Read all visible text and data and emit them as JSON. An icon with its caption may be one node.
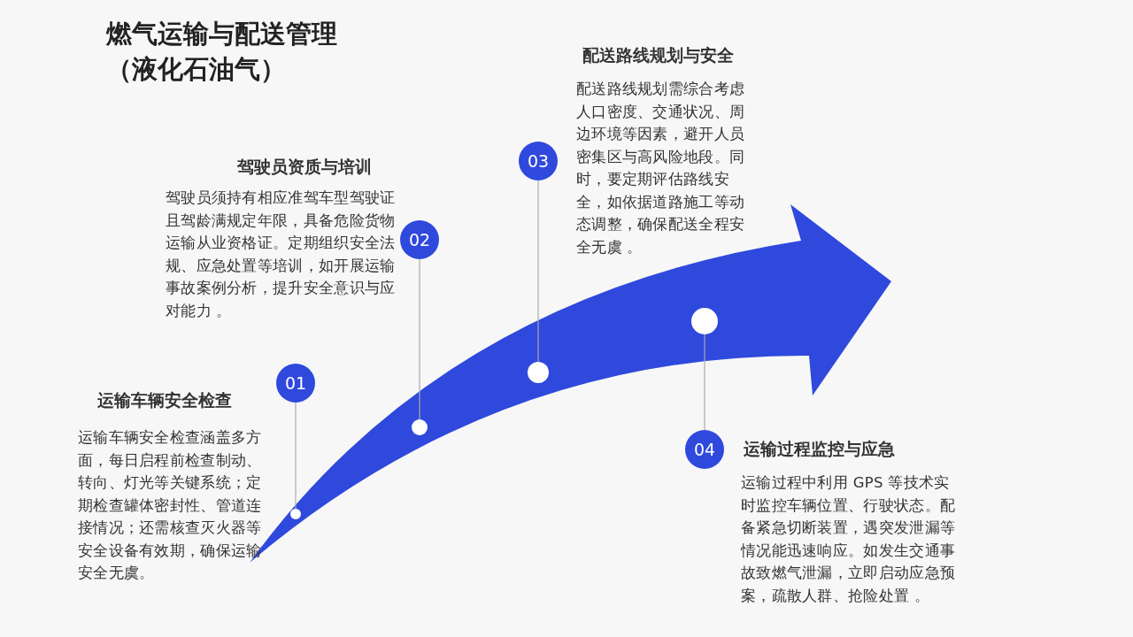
{
  "diagram": {
    "title": "燃气运输与配送管理（液化石油气）",
    "nodes": [
      {
        "text": [
          "01"
        ],
        "beside": [
          "运输车辆安全检查",
          "运输车辆安全检查涵盖多方面，每日启程前检查制动、转向、灯光等关键系统；定期检查罐体密封性、管道连接情况；还需核查灭火器等安全设备有效期，确保运输安全无虞。"
        ]
      },
      {
        "text": [],
        "shape": "circle"
      },
      {
        "text": [
          "02"
        ],
        "beside": [
          "驾驶员资质与培训",
          "驾驶员须持有相应准驾车型驾驶证且驾龄满规定年限，具备危险货物运输从业资格证。定期组织安全法规、应急处置等培训，如开展运输事故案例分析，提升安全意识与应对能力 。"
        ]
      },
      {
        "text": [],
        "shape": "circle"
      },
      {
        "text": [
          "03"
        ],
        "beside": [
          "配送路线规划与安全",
          "配送路线规划需综合考虑人口密度、交通状况、周边环境等因素，避开人员密集区与高风险地段。同时，要定期评估路线安全，如依据道路施工等动态调整，确保配送全程安全无虞 。"
        ]
      },
      {
        "text": [],
        "shape": "circle"
      },
      {
        "text": [
          "04"
        ],
        "beside": [
          "运输过程监控与应急",
          "运输过程中利用 GPS 等技术实时监控车辆位置、行驶状态。配备紧急切断装置，遇突发泄漏等情况能迅速响应。如发生交通事故致燃气泄漏，立即启动应急预案，疏散人群、抢险处置 。"
        ]
      },
      {
        "text": [],
        "shape": "circle"
      }
    ],
    "edges": [
      {
        "from": 0,
        "to": 1,
        "arrow": "none"
      },
      {
        "from": 2,
        "to": 3,
        "arrow": "none"
      },
      {
        "from": 4,
        "to": 5,
        "arrow": "none"
      },
      {
        "from": 6,
        "to": 7,
        "arrow": "none"
      }
    ]
  }
}
